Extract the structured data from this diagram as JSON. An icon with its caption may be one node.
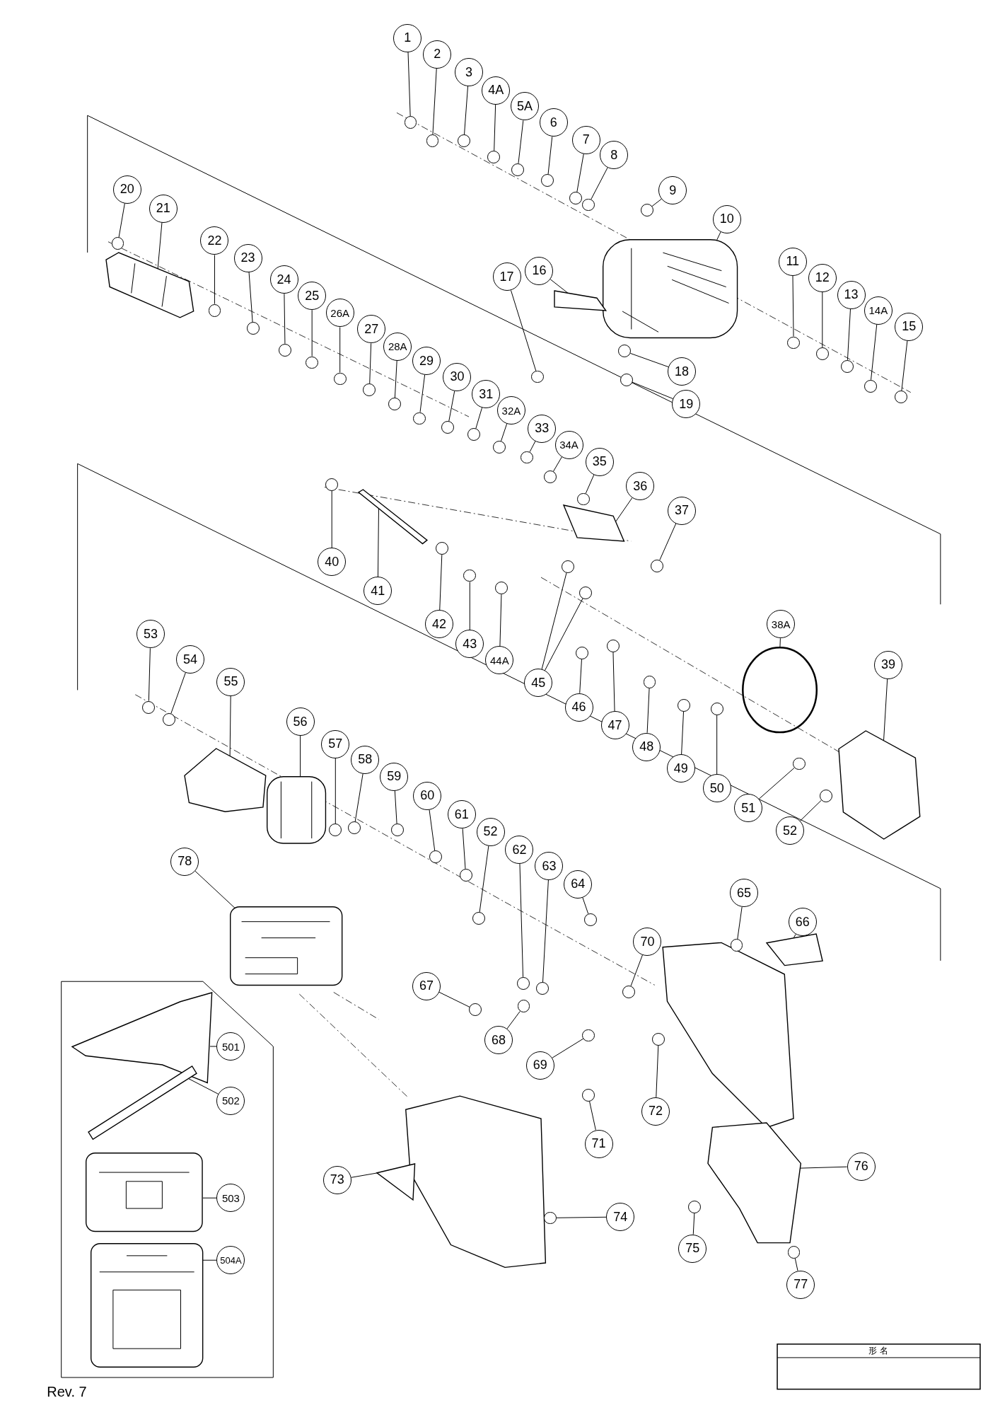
{
  "diagram": {
    "nodes": [
      {
        "text": [
          "1"
        ]
      },
      {
        "text": [
          "2"
        ]
      },
      {
        "text": [
          "3"
        ]
      },
      {
        "text": [
          "4A"
        ]
      },
      {
        "text": [
          "5A"
        ]
      },
      {
        "text": [
          "6"
        ]
      },
      {
        "text": [
          "7"
        ]
      },
      {
        "text": [
          "8"
        ]
      },
      {
        "text": [
          "9"
        ]
      },
      {
        "text": [
          "10"
        ]
      },
      {
        "text": [
          "11"
        ]
      },
      {
        "text": [
          "12"
        ]
      },
      {
        "text": [
          "13"
        ]
      },
      {
        "text": [
          "14A"
        ]
      },
      {
        "text": [
          "15"
        ]
      },
      {
        "text": [
          "16"
        ]
      },
      {
        "text": [
          "17"
        ]
      },
      {
        "text": [
          "18"
        ]
      },
      {
        "text": [
          "19"
        ]
      },
      {
        "text": [
          "20"
        ]
      },
      {
        "text": [
          "21"
        ]
      },
      {
        "text": [
          "22"
        ]
      },
      {
        "text": [
          "23"
        ]
      },
      {
        "text": [
          "24"
        ]
      },
      {
        "text": [
          "25"
        ]
      },
      {
        "text": [
          "26A"
        ]
      },
      {
        "text": [
          "27"
        ]
      },
      {
        "text": [
          "28A"
        ]
      },
      {
        "text": [
          "29"
        ]
      },
      {
        "text": [
          "30"
        ]
      },
      {
        "text": [
          "31"
        ]
      },
      {
        "text": [
          "32A"
        ]
      },
      {
        "text": [
          "33"
        ]
      },
      {
        "text": [
          "34A"
        ]
      },
      {
        "text": [
          "35"
        ]
      },
      {
        "text": [
          "36"
        ]
      },
      {
        "text": [
          "37"
        ]
      },
      {
        "text": [
          "38A"
        ]
      },
      {
        "text": [
          "39"
        ]
      },
      {
        "text": [
          "40"
        ]
      },
      {
        "text": [
          "41"
        ]
      },
      {
        "text": [
          "42"
        ]
      },
      {
        "text": [
          "43"
        ]
      },
      {
        "text": [
          "44A"
        ]
      },
      {
        "text": [
          "45"
        ]
      },
      {
        "text": [
          "46"
        ]
      },
      {
        "text": [
          "47"
        ]
      },
      {
        "text": [
          "48"
        ]
      },
      {
        "text": [
          "49"
        ]
      },
      {
        "text": [
          "50"
        ]
      },
      {
        "text": [
          "51"
        ]
      },
      {
        "text": [
          "52"
        ]
      },
      {
        "text": [
          "53"
        ]
      },
      {
        "text": [
          "54"
        ]
      },
      {
        "text": [
          "55"
        ]
      },
      {
        "text": [
          "56"
        ]
      },
      {
        "text": [
          "57"
        ]
      },
      {
        "text": [
          "58"
        ]
      },
      {
        "text": [
          "59"
        ]
      },
      {
        "text": [
          "60"
        ]
      },
      {
        "text": [
          "61"
        ]
      },
      {
        "text": [
          "52"
        ]
      },
      {
        "text": [
          "62"
        ]
      },
      {
        "text": [
          "63"
        ]
      },
      {
        "text": [
          "64"
        ]
      },
      {
        "text": [
          "65"
        ]
      },
      {
        "text": [
          "66"
        ]
      },
      {
        "text": [
          "67"
        ]
      },
      {
        "text": [
          "68"
        ]
      },
      {
        "text": [
          "69"
        ]
      },
      {
        "text": [
          "70"
        ]
      },
      {
        "text": [
          "71"
        ]
      },
      {
        "text": [
          "72"
        ]
      },
      {
        "text": [
          "73"
        ]
      },
      {
        "text": [
          "74"
        ]
      },
      {
        "text": [
          "75"
        ]
      },
      {
        "text": [
          "76"
        ]
      },
      {
        "text": [
          "77"
        ]
      },
      {
        "text": [
          "78"
        ]
      },
      {
        "text": [
          "501"
        ]
      },
      {
        "text": [
          "502"
        ]
      },
      {
        "text": [
          "503"
        ]
      },
      {
        "text": [
          "504A"
        ]
      },
      {
        "text": [],
        "shape": "circle"
      },
      {
        "text": [],
        "shape": "circle"
      },
      {
        "text": [],
        "shape": "circle"
      },
      {
        "text": [],
        "shape": "circle"
      },
      {
        "text": [],
        "shape": "circle"
      },
      {
        "text": [],
        "shape": "circle"
      },
      {
        "text": [],
        "shape": "circle"
      },
      {
        "text": [],
        "shape": "circle"
      },
      {
        "text": [],
        "shape": "circle"
      },
      {
        "text": [],
        "shape": "picture"
      },
      {
        "text": [],
        "shape": "circle"
      },
      {
        "text": [],
        "shape": "circle"
      },
      {
        "text": [],
        "shape": "circle"
      },
      {
        "text": [],
        "shape": "circle"
      },
      {
        "text": [],
        "shape": "circle"
      },
      {
        "text": [],
        "shape": "picture"
      },
      {
        "text": [],
        "shape": "circle"
      },
      {
        "text": [],
        "shape": "circle"
      },
      {
        "text": [],
        "shape": "circle"
      },
      {
        "text": [],
        "shape": "circle"
      },
      {
        "text": [],
        "shape": "picture"
      },
      {
        "text": [],
        "shape": "circle"
      },
      {
        "text": [],
        "shape": "circle"
      },
      {
        "text": [],
        "shape": "circle"
      },
      {
        "text": [],
        "shape": "circle"
      },
      {
        "text": [],
        "shape": "circle"
      },
      {
        "text": [],
        "shape": "circle"
      },
      {
        "text": [],
        "shape": "circle"
      },
      {
        "text": [],
        "shape": "circle"
      },
      {
        "text": [],
        "shape": "circle"
      },
      {
        "text": [],
        "shape": "circle"
      },
      {
        "text": [],
        "shape": "circle"
      },
      {
        "text": [],
        "shape": "circle"
      },
      {
        "text": [],
        "shape": "circle"
      },
      {
        "text": [],
        "shape": "circle"
      },
      {
        "text": [],
        "shape": "picture"
      },
      {
        "text": [],
        "shape": "circle"
      },
      {
        "text": [],
        "shape": "circle"
      },
      {
        "text": [],
        "shape": "picture"
      },
      {
        "text": [],
        "shape": "circle"
      },
      {
        "text": [],
        "shape": "picture"
      },
      {
        "text": [],
        "shape": "circle"
      },
      {
        "text": [],
        "shape": "circle"
      },
      {
        "text": [],
        "shape": "circle"
      },
      {
        "text": [],
        "shape": "circle"
      },
      {
        "text": [],
        "shape": "circle"
      },
      {
        "text": [],
        "shape": "circle"
      },
      {
        "text": [],
        "shape": "circle"
      },
      {
        "text": [],
        "shape": "circle"
      },
      {
        "text": [],
        "shape": "circle"
      },
      {
        "text": [],
        "shape": "circle"
      },
      {
        "text": [],
        "shape": "circle"
      },
      {
        "text": [],
        "shape": "circle"
      },
      {
        "text": [],
        "shape": "circle"
      },
      {
        "text": [],
        "shape": "circle"
      },
      {
        "text": [],
        "shape": "picture"
      },
      {
        "text": [],
        "shape": "picture"
      },
      {
        "text": [],
        "shape": "circle"
      },
      {
        "text": [],
        "shape": "circle"
      },
      {
        "text": [],
        "shape": "circle"
      },
      {
        "text": [],
        "shape": "circle"
      },
      {
        "text": [],
        "shape": "circle"
      },
      {
        "text": [],
        "shape": "circle"
      },
      {
        "text": [],
        "shape": "circle"
      },
      {
        "text": [],
        "shape": "circle"
      },
      {
        "text": [],
        "shape": "circle"
      },
      {
        "text": [],
        "shape": "circle"
      },
      {
        "text": [],
        "shape": "picture"
      },
      {
        "text": [],
        "shape": "circle"
      },
      {
        "text": [],
        "shape": "circle"
      },
      {
        "text": [],
        "shape": "circle"
      },
      {
        "text": [],
        "shape": "circle"
      },
      {
        "text": [],
        "shape": "circle"
      },
      {
        "text": [],
        "shape": "circle"
      },
      {
        "text": [],
        "shape": "picture"
      },
      {
        "text": [],
        "shape": "circle"
      },
      {
        "text": [],
        "shape": "circle"
      },
      {
        "text": [],
        "shape": "picture"
      },
      {
        "text": [],
        "shape": "circle"
      },
      {
        "text": [],
        "shape": "picture"
      },
      {
        "text": [],
        "shape": "picture"
      },
      {
        "text": [],
        "shape": "bar"
      },
      {
        "text": [],
        "shape": "picture"
      },
      {
        "text": [],
        "shape": "picture"
      }
    ],
    "edges": [
      {
        "from": 0,
        "to": 83,
        "arrow": "none"
      },
      {
        "from": 1,
        "to": 84,
        "arrow": "none"
      },
      {
        "from": 2,
        "to": 85,
        "arrow": "none"
      },
      {
        "from": 3,
        "to": 86,
        "arrow": "none"
      },
      {
        "from": 4,
        "to": 87,
        "arrow": "none"
      },
      {
        "from": 5,
        "to": 88,
        "arrow": "none"
      },
      {
        "from": 6,
        "to": 89,
        "arrow": "none"
      },
      {
        "from": 7,
        "to": 90,
        "arrow": "none"
      },
      {
        "from": 8,
        "to": 91,
        "arrow": "none"
      },
      {
        "from": 9,
        "to": 92,
        "arrow": "none"
      },
      {
        "from": 10,
        "to": 93,
        "arrow": "none"
      },
      {
        "from": 11,
        "to": 94,
        "arrow": "none"
      },
      {
        "from": 12,
        "to": 95,
        "arrow": "none"
      },
      {
        "from": 13,
        "to": 96,
        "arrow": "none"
      },
      {
        "from": 14,
        "to": 97,
        "arrow": "none"
      },
      {
        "from": 15,
        "to": 98,
        "arrow": "none"
      },
      {
        "from": 16,
        "to": 99,
        "arrow": "none"
      },
      {
        "from": 17,
        "to": 100,
        "arrow": "none"
      },
      {
        "from": 18,
        "to": 101,
        "arrow": "none"
      },
      {
        "from": 19,
        "to": 102,
        "arrow": "none"
      },
      {
        "from": 20,
        "to": 103,
        "arrow": "none"
      },
      {
        "from": 21,
        "to": 104,
        "arrow": "none"
      },
      {
        "from": 22,
        "to": 105,
        "arrow": "none"
      },
      {
        "from": 23,
        "to": 106,
        "arrow": "none"
      },
      {
        "from": 24,
        "to": 107,
        "arrow": "none"
      },
      {
        "from": 25,
        "to": 108,
        "arrow": "none"
      },
      {
        "from": 26,
        "to": 109,
        "arrow": "none"
      },
      {
        "from": 27,
        "to": 110,
        "arrow": "none"
      },
      {
        "from": 28,
        "to": 111,
        "arrow": "none"
      },
      {
        "from": 29,
        "to": 112,
        "arrow": "none"
      },
      {
        "from": 30,
        "to": 113,
        "arrow": "none"
      },
      {
        "from": 31,
        "to": 114,
        "arrow": "none"
      },
      {
        "from": 32,
        "to": 115,
        "arrow": "none"
      },
      {
        "from": 33,
        "to": 116,
        "arrow": "none"
      },
      {
        "from": 34,
        "to": 117,
        "arrow": "none"
      },
      {
        "from": 35,
        "to": 118,
        "arrow": "none"
      },
      {
        "from": 36,
        "to": 119,
        "arrow": "none"
      },
      {
        "from": 37,
        "to": 120,
        "arrow": "none"
      },
      {
        "from": 38,
        "to": 121,
        "arrow": "none"
      },
      {
        "from": 39,
        "to": 122,
        "arrow": "none"
      },
      {
        "from": 40,
        "to": 123,
        "arrow": "none"
      },
      {
        "from": 41,
        "to": 124,
        "arrow": "none"
      },
      {
        "from": 42,
        "to": 125,
        "arrow": "none"
      },
      {
        "from": 43,
        "to": 126,
        "arrow": "none"
      },
      {
        "from": 44,
        "to": 127,
        "arrow": "none"
      },
      {
        "from": 44,
        "to": 128,
        "arrow": "none"
      },
      {
        "from": 45,
        "to": 129,
        "arrow": "none"
      },
      {
        "from": 46,
        "to": 130,
        "arrow": "none"
      },
      {
        "from": 47,
        "to": 131,
        "arrow": "none"
      },
      {
        "from": 48,
        "to": 132,
        "arrow": "none"
      },
      {
        "from": 49,
        "to": 133,
        "arrow": "none"
      },
      {
        "from": 50,
        "to": 134,
        "arrow": "none"
      },
      {
        "from": 51,
        "to": 135,
        "arrow": "none"
      },
      {
        "from": 52,
        "to": 136,
        "arrow": "none"
      },
      {
        "from": 53,
        "to": 137,
        "arrow": "none"
      },
      {
        "from": 54,
        "to": 138,
        "arrow": "none"
      },
      {
        "from": 55,
        "to": 139,
        "arrow": "none"
      },
      {
        "from": 56,
        "to": 140,
        "arrow": "none"
      },
      {
        "from": 57,
        "to": 141,
        "arrow": "none"
      },
      {
        "from": 58,
        "to": 142,
        "arrow": "none"
      },
      {
        "from": 59,
        "to": 143,
        "arrow": "none"
      },
      {
        "from": 60,
        "to": 144,
        "arrow": "none"
      },
      {
        "from": 61,
        "to": 145,
        "arrow": "none"
      },
      {
        "from": 62,
        "to": 146,
        "arrow": "none"
      },
      {
        "from": 63,
        "to": 147,
        "arrow": "none"
      },
      {
        "from": 64,
        "to": 148,
        "arrow": "none"
      },
      {
        "from": 65,
        "to": 149,
        "arrow": "none"
      },
      {
        "from": 66,
        "to": 150,
        "arrow": "none"
      },
      {
        "from": 67,
        "to": 151,
        "arrow": "none"
      },
      {
        "from": 68,
        "to": 152,
        "arrow": "none"
      },
      {
        "from": 69,
        "to": 153,
        "arrow": "none"
      },
      {
        "from": 70,
        "to": 154,
        "arrow": "none"
      },
      {
        "from": 71,
        "to": 155,
        "arrow": "none"
      },
      {
        "from": 72,
        "to": 156,
        "arrow": "none"
      },
      {
        "from": 73,
        "to": 157,
        "arrow": "none"
      },
      {
        "from": 74,
        "to": 158,
        "arrow": "none"
      },
      {
        "from": 75,
        "to": 159,
        "arrow": "none"
      },
      {
        "from": 76,
        "to": 160,
        "arrow": "none"
      },
      {
        "from": 77,
        "to": 161,
        "arrow": "none"
      },
      {
        "from": 78,
        "to": 162,
        "arrow": "none"
      },
      {
        "from": 79,
        "to": 163,
        "arrow": "none"
      },
      {
        "from": 80,
        "to": 164,
        "arrow": "none"
      },
      {
        "from": 81,
        "to": 165,
        "arrow": "none"
      },
      {
        "from": 82,
        "to": 166,
        "arrow": "none"
      }
    ],
    "labels": [
      "形 名",
      "Rev. 7"
    ]
  }
}
